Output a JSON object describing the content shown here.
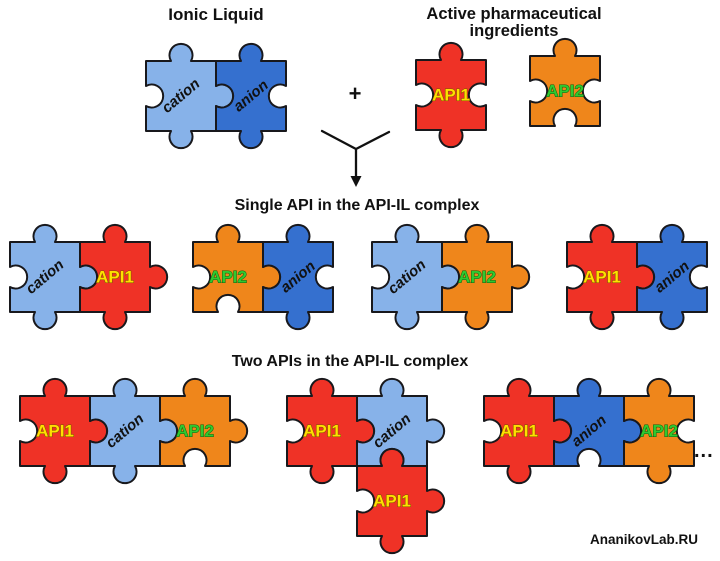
{
  "titles": {
    "ionic_liquid": "Ionic Liquid",
    "api_line1": "Active pharmaceutical",
    "api_line2": "ingredients",
    "single_api": "Single API in the API-IL complex",
    "two_apis": "Two APIs in the API-IL complex"
  },
  "symbols": {
    "plus": "+",
    "ellipsis": "..."
  },
  "watermark": "AnanikovLab.RU",
  "colors": {
    "light_blue": "#87B2E9",
    "dark_blue": "#3570CF",
    "red": "#EF3226",
    "orange": "#EF861B",
    "outline": "#18181c",
    "label_dark": "#111111",
    "label_yellow": "#FFDF00",
    "label_yellow_outline": "#7d5200",
    "label_green": "#2FC92F",
    "label_green_outline": "#0f5c0f"
  },
  "groups": {
    "il_pair": {
      "pieces": [
        {
          "label": "cation",
          "color": "light_blue",
          "label_color": "label_dark"
        },
        {
          "label": "anion",
          "color": "dark_blue",
          "label_color": "label_dark"
        }
      ]
    },
    "api1_single": {
      "pieces": [
        {
          "label": "API1",
          "color": "red",
          "label_color": "label_yellow"
        }
      ]
    },
    "api2_single": {
      "pieces": [
        {
          "label": "API2",
          "color": "orange",
          "label_color": "label_green"
        }
      ]
    },
    "pair1": {
      "pieces": [
        {
          "label": "cation",
          "color": "light_blue",
          "label_color": "label_dark"
        },
        {
          "label": "API1",
          "color": "red",
          "label_color": "label_yellow"
        }
      ]
    },
    "pair2": {
      "pieces": [
        {
          "label": "API2",
          "color": "orange",
          "label_color": "label_green"
        },
        {
          "label": "anion",
          "color": "dark_blue",
          "label_color": "label_dark"
        }
      ]
    },
    "pair3": {
      "pieces": [
        {
          "label": "cation",
          "color": "light_blue",
          "label_color": "label_dark"
        },
        {
          "label": "API2",
          "color": "orange",
          "label_color": "label_green"
        }
      ]
    },
    "pair4": {
      "pieces": [
        {
          "label": "API1",
          "color": "red",
          "label_color": "label_yellow"
        },
        {
          "label": "anion",
          "color": "dark_blue",
          "label_color": "label_dark"
        }
      ]
    },
    "combo1": {
      "pieces": [
        {
          "label": "API1",
          "color": "red",
          "label_color": "label_yellow"
        },
        {
          "label": "cation",
          "color": "light_blue",
          "label_color": "label_dark"
        },
        {
          "label": "API2",
          "color": "orange",
          "label_color": "label_green"
        }
      ]
    },
    "combo2": {
      "pieces": [
        {
          "label": "API1",
          "color": "red",
          "label_color": "label_yellow"
        },
        {
          "label": "cation",
          "color": "light_blue",
          "label_color": "label_dark"
        },
        {
          "label": "API1",
          "color": "red",
          "label_color": "label_yellow"
        }
      ]
    },
    "combo3": {
      "pieces": [
        {
          "label": "API1",
          "color": "red",
          "label_color": "label_yellow"
        },
        {
          "label": "anion",
          "color": "dark_blue",
          "label_color": "label_dark"
        },
        {
          "label": "API2",
          "color": "orange",
          "label_color": "label_green"
        }
      ]
    }
  }
}
